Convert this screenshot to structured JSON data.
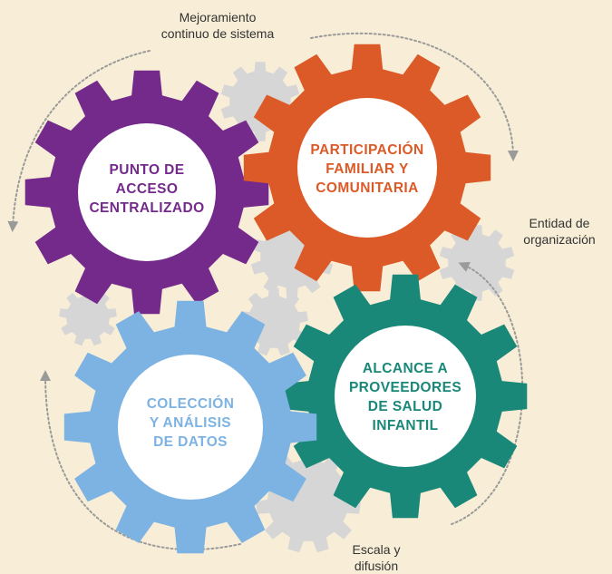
{
  "colors": {
    "background": "#f8eed7",
    "gray_gear": "#d6d6d6",
    "gear_hub": "#ffffff",
    "arrow": "#9a9a9a",
    "text_dark": "#333333"
  },
  "gears": [
    {
      "id": "punto",
      "lines": [
        "PUNTO DE",
        "ACCESO",
        "CENTRALIZADO"
      ],
      "color": "#742a8b"
    },
    {
      "id": "participacion",
      "lines": [
        "PARTICIPACIÓN",
        "FAMILIAR Y",
        "COMUNITARIA"
      ],
      "color": "#dc5a27"
    },
    {
      "id": "alcance",
      "lines": [
        "ALCANCE A",
        "PROVEEDORES",
        "DE SALUD",
        "INFANTIL"
      ],
      "color": "#1a8878"
    },
    {
      "id": "coleccion",
      "lines": [
        "COLECCIÓN",
        "Y ANÁLISIS",
        "DE DATOS"
      ],
      "color": "#7db3e3"
    }
  ],
  "annotations": {
    "mejoramiento": [
      "Mejoramiento",
      "continuo de sistema"
    ],
    "entidad": [
      "Entidad de",
      "organización"
    ],
    "escala": [
      "Escala y",
      "difusión"
    ]
  }
}
